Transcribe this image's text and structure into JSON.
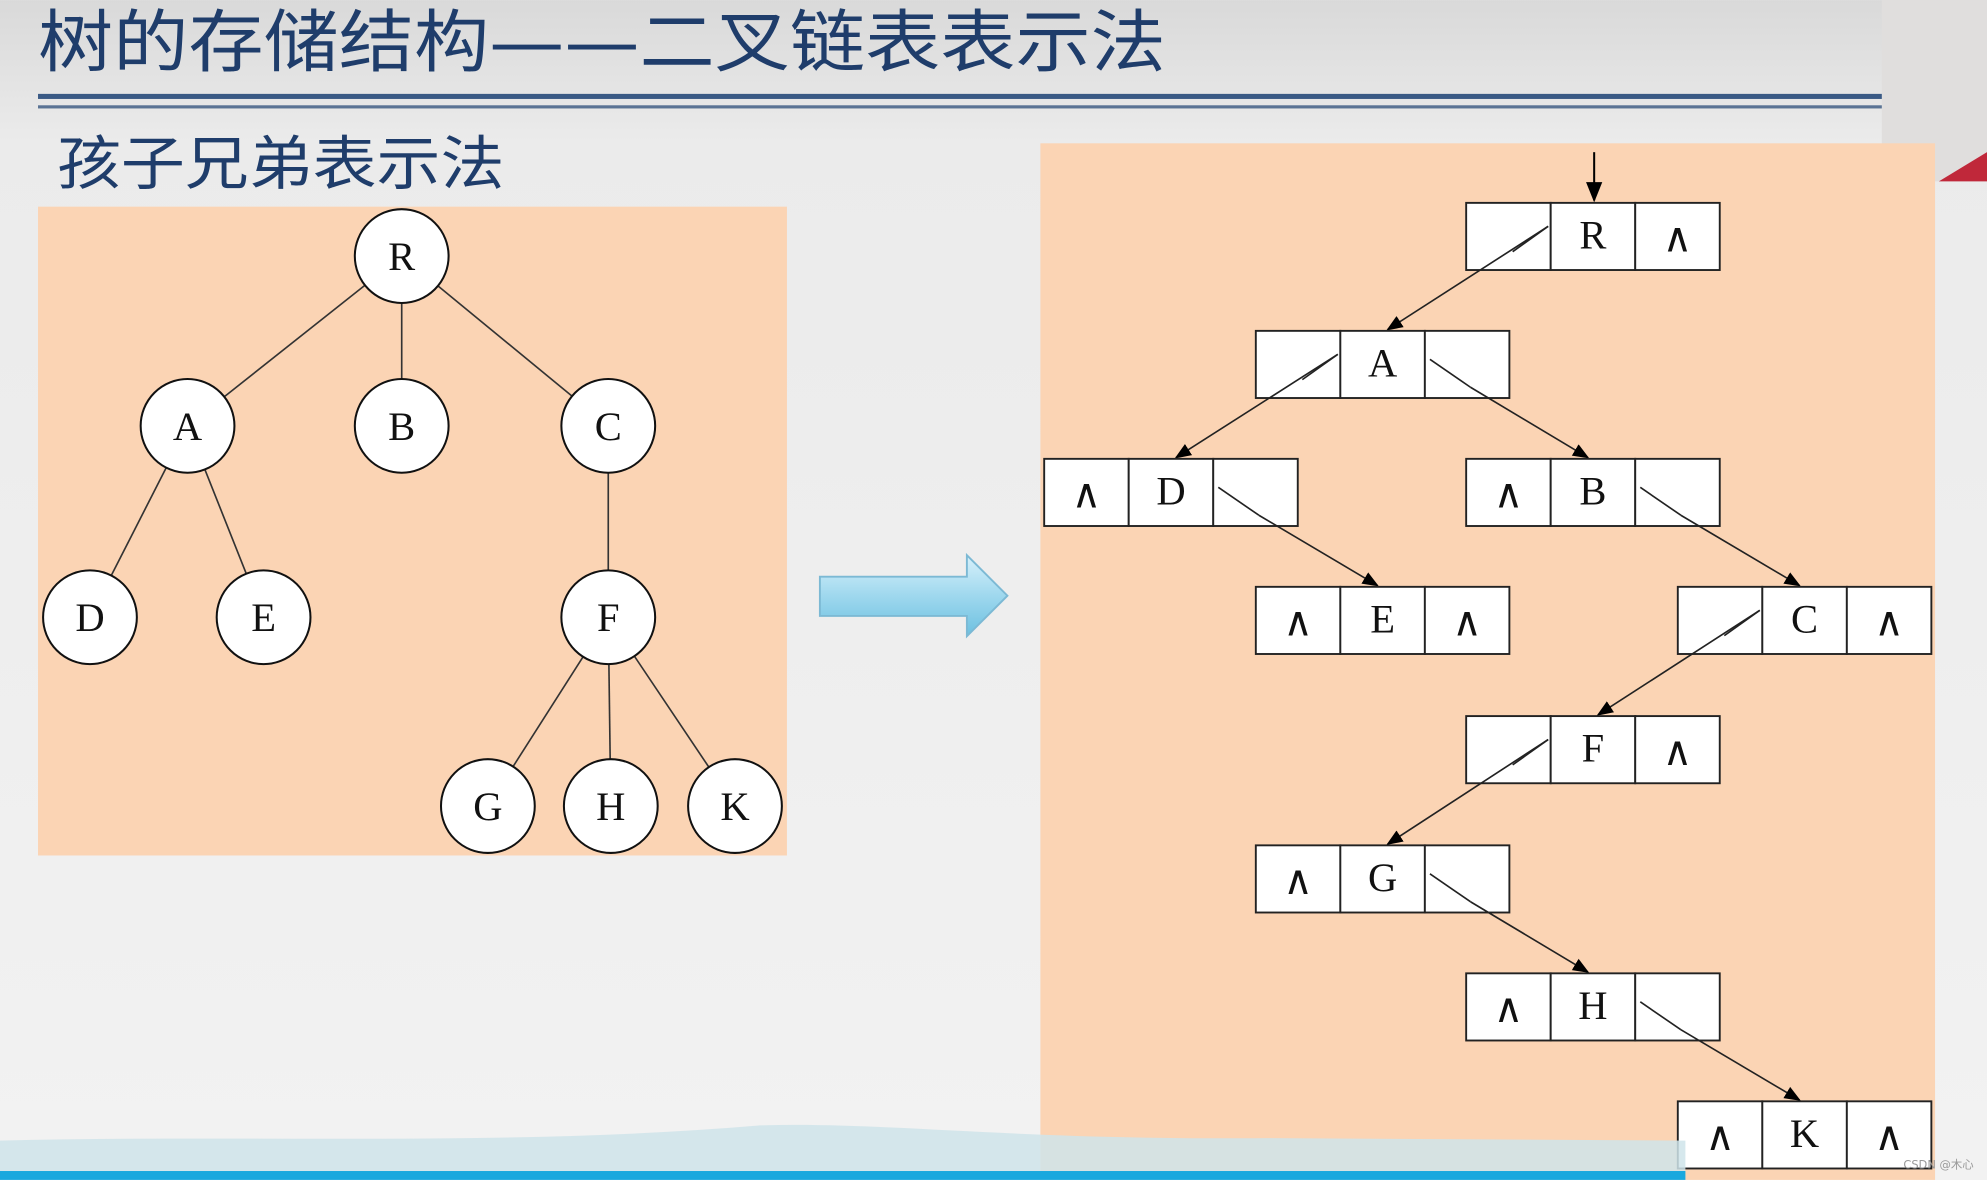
{
  "slide": {
    "title": "树的存储结构——二叉链表表示法",
    "subtitle": "孩子兄弟表示法",
    "watermark": "CSDN @木心",
    "colors": {
      "title": "#1f3d6b",
      "panel": "#fbd4b4",
      "arrow": "#9fd8ee",
      "rule": "#3a5a85"
    }
  },
  "tree": {
    "nodes": [
      "R",
      "A",
      "B",
      "C",
      "D",
      "E",
      "F",
      "G",
      "H",
      "K"
    ],
    "edges": [
      [
        "R",
        "A"
      ],
      [
        "R",
        "B"
      ],
      [
        "R",
        "C"
      ],
      [
        "A",
        "D"
      ],
      [
        "A",
        "E"
      ],
      [
        "C",
        "F"
      ],
      [
        "F",
        "G"
      ],
      [
        "F",
        "H"
      ],
      [
        "F",
        "K"
      ]
    ]
  },
  "binary_list": {
    "null_symbol": "∧",
    "nodes": [
      {
        "label": "R",
        "first_child": "A",
        "next_sibling": null
      },
      {
        "label": "A",
        "first_child": "D",
        "next_sibling": "B"
      },
      {
        "label": "D",
        "first_child": null,
        "next_sibling": "E"
      },
      {
        "label": "B",
        "first_child": null,
        "next_sibling": "C"
      },
      {
        "label": "E",
        "first_child": null,
        "next_sibling": null
      },
      {
        "label": "C",
        "first_child": "F",
        "next_sibling": null
      },
      {
        "label": "F",
        "first_child": "G",
        "next_sibling": null
      },
      {
        "label": "G",
        "first_child": null,
        "next_sibling": "H"
      },
      {
        "label": "H",
        "first_child": null,
        "next_sibling": "K"
      },
      {
        "label": "K",
        "first_child": null,
        "next_sibling": null
      }
    ]
  }
}
